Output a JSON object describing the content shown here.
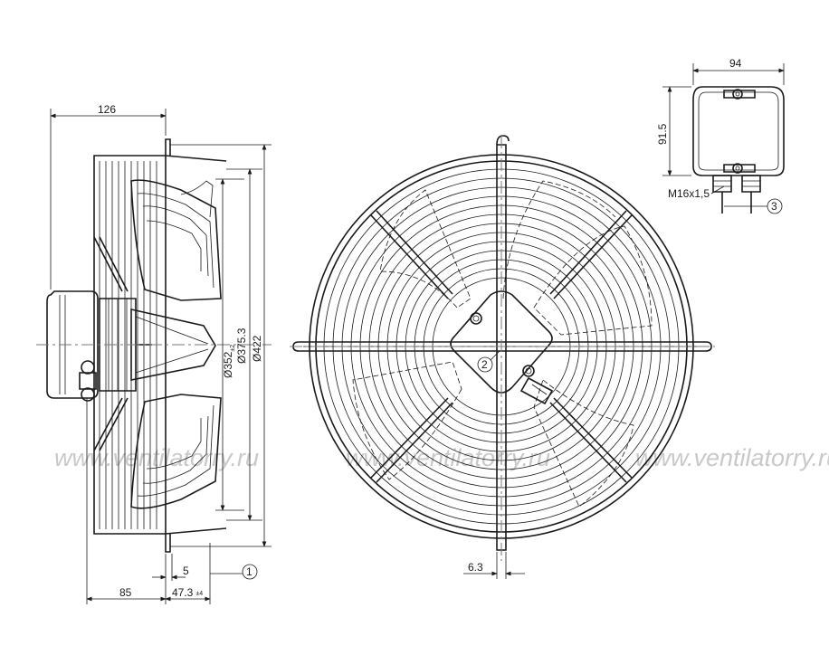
{
  "watermark": "www.ventilatorry.ru",
  "dims": {
    "side_depth": "126",
    "side_85": "85",
    "side_5": "5",
    "side_47": "47.3",
    "side_47_tol": "±4",
    "d352": "Ø352",
    "d352_tol": "±2",
    "d375": "Ø375.3",
    "d422": "Ø422",
    "front_63": "6.3",
    "box_width": "94",
    "box_height": "91.5",
    "thread": "M16x1,5"
  },
  "callouts": [
    "1",
    "2",
    "3"
  ]
}
